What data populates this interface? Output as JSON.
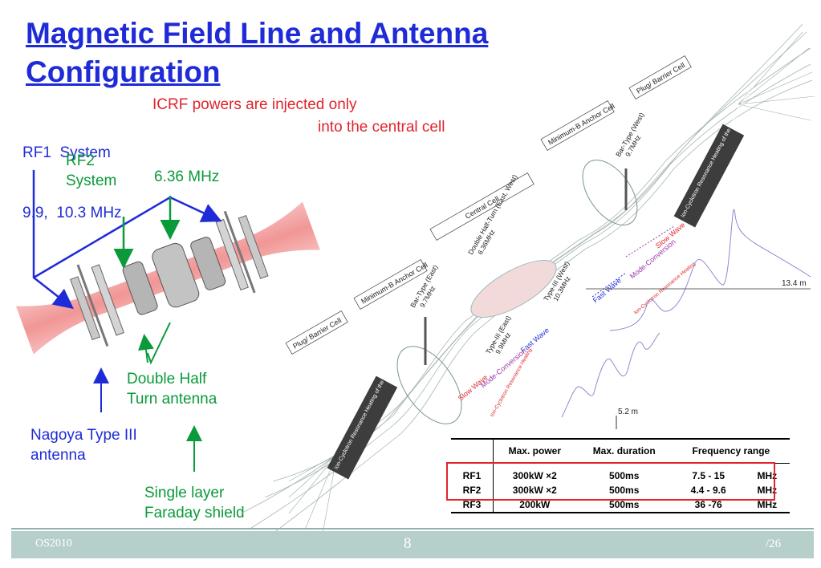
{
  "slide": {
    "title": "Magnetic Field Line and Antenna Configuration",
    "labels": {
      "rf1_line1": "RF1  System",
      "rf1_line2": "9.9,  10.3 MHz",
      "rf2_line1": "RF2",
      "rf2_line2": "System",
      "rf2_freq": "6.36 MHz",
      "icrf_line1": "ICRF powers are injected only",
      "icrf_line2": "into the central cell",
      "dht_line1": "Double Half",
      "dht_line2": "Turn antenna",
      "nagoya_line1": "Nagoya Type III",
      "nagoya_line2": "antenna",
      "shield_line1": "Single layer",
      "shield_line2": "Faraday shield"
    }
  },
  "diagram": {
    "cells": [
      "Plug/ Barrier Cell",
      "Minimum-B Anchor Cell",
      "Central Cell",
      "Minimum-B Anchor Cell",
      "Plug/ Barrier Cell"
    ],
    "antennas": {
      "bar_east": "Bar-Type (East)",
      "bar_east_freq": "9.7MHz",
      "dht": "Double Half-Turn (East, West)",
      "dht_freq": "6.36MHz",
      "bar_west": "Bar-Type (West)",
      "bar_west_freq": "9.7MHz",
      "type3_west": "Type-III (West)",
      "type3_west_freq": "10.3MHz",
      "type3_east": "Type-III (East)",
      "type3_east_freq": "9.9MHz"
    },
    "waves": {
      "fast_wave": "Fast Wave",
      "slow_wave": "Slow Wave",
      "mode_conversion": "Mode-Conversion"
    },
    "heating": "Ion-Cyclotron Resonance Heating of the Anchor Cell Plasma",
    "small_heating": "Ion-Cyclotron Resonance Heating",
    "plasma_note": "Ion-Cyclotron Resonance Heating of the Anchor Cell Plasma",
    "dist_a": "13.4 m",
    "dist_b": "5.2 m",
    "small_marks": [
      "Ion-Cyclotron",
      "Resonance Heating"
    ]
  },
  "table": {
    "headers": [
      "",
      "Max. power",
      "Max. duration",
      "Frequency range"
    ],
    "rows": [
      [
        "RF1",
        "300kW  ×2",
        "500ms",
        "7.5 - 15",
        "MHz"
      ],
      [
        "RF2",
        "300kW  ×2",
        "500ms",
        "4.4 - 9.6",
        "MHz"
      ],
      [
        "RF3",
        "200kW",
        "500ms",
        "36 -76",
        "MHz"
      ]
    ]
  },
  "footer": {
    "left": "OS2010",
    "page": "8",
    "total": "/26"
  },
  "colors": {
    "title_blue": "#1f2bd6",
    "label_green": "#0a9a3a",
    "label_red": "#e0242c",
    "footer_bg": "#b7cfcb"
  }
}
